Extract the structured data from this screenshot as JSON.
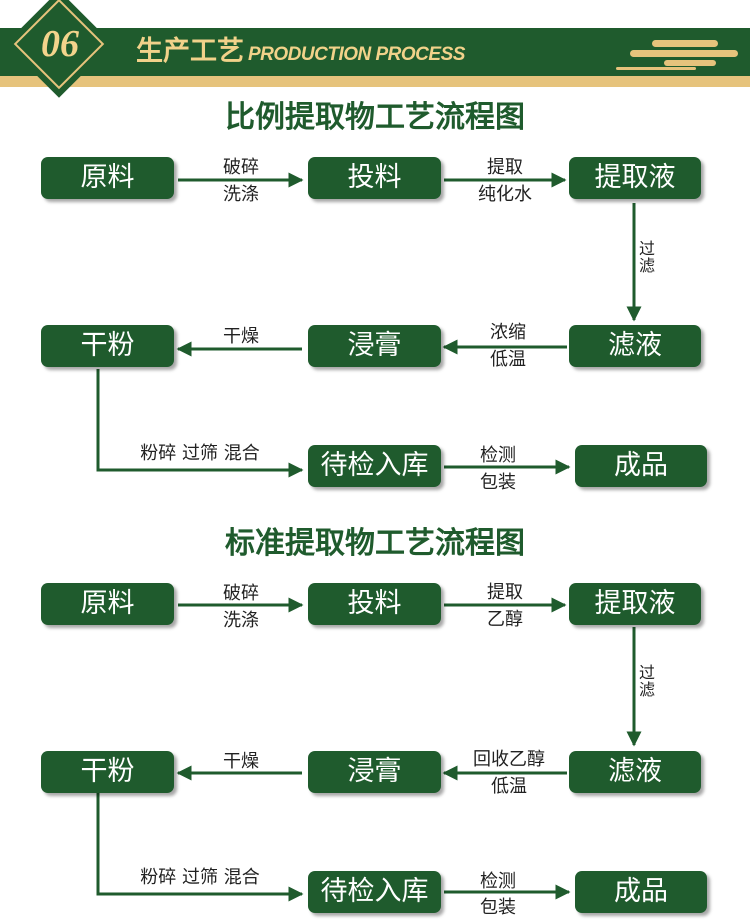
{
  "header": {
    "number": "06",
    "title_cn": "生产工艺",
    "title_en": "PRODUCTION PROCESS"
  },
  "colors": {
    "primary": "#1f5b2d",
    "gold": "#e6c37c",
    "text": "#222222"
  },
  "flows": [
    {
      "title": "比例提取物工艺流程图",
      "nodes": {
        "raw": "原料",
        "feed": "投料",
        "extract": "提取液",
        "filtrate": "滤液",
        "paste": "浸膏",
        "powder": "干粉",
        "storage": "待检入库",
        "product": "成品"
      },
      "edges": {
        "raw_feed": [
          "破碎",
          "洗涤"
        ],
        "feed_extract": [
          "提取",
          "纯化水"
        ],
        "extract_filtrate": "过滤",
        "filtrate_paste": [
          "浓缩",
          "低温"
        ],
        "paste_powder": "干燥",
        "powder_storage": "粉碎 过筛 混合",
        "storage_product": [
          "检测",
          "包装"
        ]
      }
    },
    {
      "title": "标准提取物工艺流程图",
      "nodes": {
        "raw": "原料",
        "feed": "投料",
        "extract": "提取液",
        "filtrate": "滤液",
        "paste": "浸膏",
        "powder": "干粉",
        "storage": "待检入库",
        "product": "成品"
      },
      "edges": {
        "raw_feed": [
          "破碎",
          "洗涤"
        ],
        "feed_extract": [
          "提取",
          "乙醇"
        ],
        "extract_filtrate": "过滤",
        "filtrate_paste": [
          "回收乙醇",
          "低温"
        ],
        "paste_powder": "干燥",
        "powder_storage": "粉碎 过筛 混合",
        "storage_product": [
          "检测",
          "包装"
        ]
      }
    }
  ]
}
